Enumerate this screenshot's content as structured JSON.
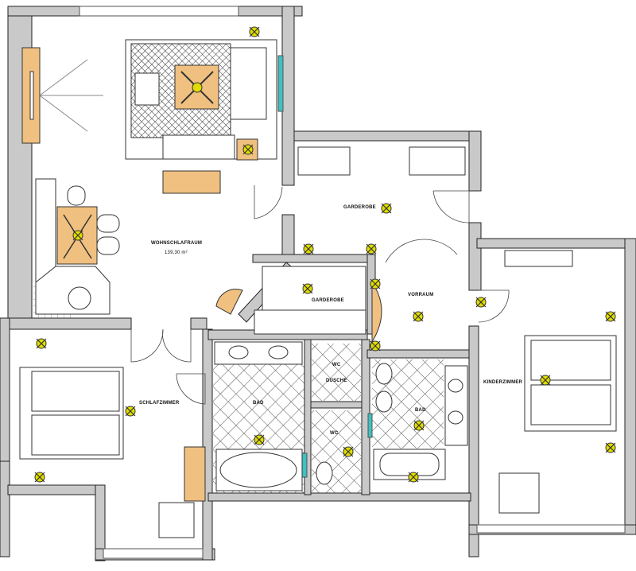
{
  "rooms": {
    "wohnschlafraum": {
      "name": "WOHNSCHLAFRAUM",
      "area": "139,30 m²"
    },
    "garderobe_top": {
      "name": "GARDEROBE"
    },
    "garderobe_mid": {
      "name": "GARDEROBE"
    },
    "vorraum": {
      "name": "VORRAUM"
    },
    "wc_top": {
      "name": "WC"
    },
    "dusche": {
      "name": "DUSCHE"
    },
    "bad_left": {
      "name": "BAD"
    },
    "bad_right": {
      "name": "BAD"
    },
    "wc_bottom": {
      "name": "WC"
    },
    "schlafzimmer": {
      "name": "SCHLAFZIMMER"
    },
    "kinderzimmer": {
      "name": "KINDERZIMMER"
    }
  },
  "colors": {
    "wall": "#c9c9c9",
    "furniture": "#f0c080",
    "light": "#e8e000",
    "glass": "#40c0c0"
  }
}
